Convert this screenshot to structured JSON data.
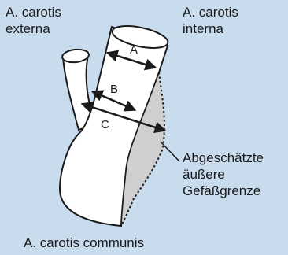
{
  "labels": {
    "externa": [
      "A. carotis",
      "externa"
    ],
    "interna": [
      "A. carotis",
      "interna"
    ],
    "communis": "A. carotis communis",
    "boundary": [
      "Abgeschätzte",
      "äußere",
      "Gefäßgrenze"
    ]
  },
  "measurements": {
    "a": "A",
    "b": "B",
    "c": "C"
  },
  "colors": {
    "background": "#c9dcee",
    "vessel": "#ffffff",
    "plaque": "#cfcfcf",
    "outline": "#1a1a1a"
  }
}
